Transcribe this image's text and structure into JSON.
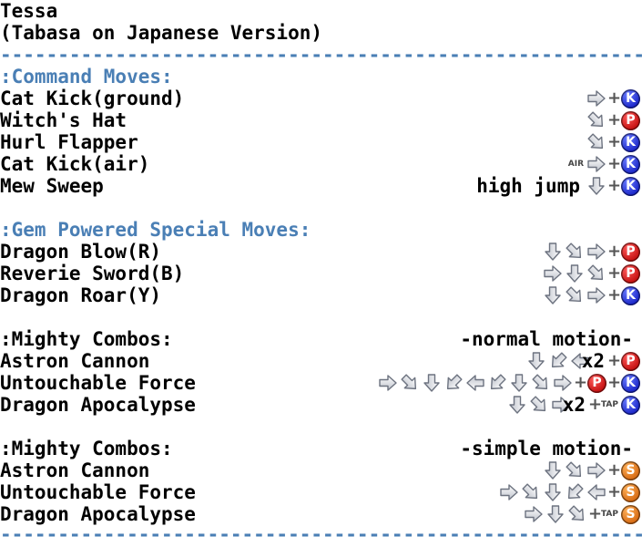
{
  "title": "Tessa",
  "subtitle": "(Tabasa on Japanese Version)",
  "separator": "--------------------------------------------------------------",
  "colors": {
    "header": "#4a7fb5",
    "kick": "#1a26c8",
    "punch": "#c41010",
    "special": "#d66a12"
  },
  "sections": [
    {
      "header": ":Command Moves:",
      "column_label": "",
      "moves": [
        {
          "name": "Cat Kick(ground)",
          "pre": "",
          "inputs": [
            "a:F",
            "plus",
            "b:K"
          ]
        },
        {
          "name": "Witch's Hat",
          "pre": "",
          "inputs": [
            "a:DF",
            "plus",
            "b:P"
          ]
        },
        {
          "name": "Hurl Flapper",
          "pre": "",
          "inputs": [
            "a:DF",
            "plus",
            "b:K"
          ]
        },
        {
          "name": "Cat Kick(air)",
          "pre": "",
          "inputs": [
            "t:AIR",
            "a:F",
            "plus",
            "b:K"
          ]
        },
        {
          "name": "Mew Sweep",
          "pre": "high jump",
          "inputs": [
            "a:D",
            "plus",
            "b:K"
          ]
        }
      ]
    },
    {
      "header": ":Gem Powered Special Moves:",
      "column_label": "",
      "moves": [
        {
          "name": "Dragon Blow(R)",
          "pre": "",
          "inputs": [
            "a:D",
            "a:DF",
            "a:F",
            "plus",
            "b:P"
          ]
        },
        {
          "name": "Reverie Sword(B)",
          "pre": "",
          "inputs": [
            "a:F",
            "a:D",
            "a:DF",
            "plus",
            "b:P"
          ]
        },
        {
          "name": "Dragon Roar(Y)",
          "pre": "",
          "inputs": [
            "a:D",
            "a:DF",
            "a:F",
            "plus",
            "b:K"
          ]
        }
      ]
    },
    {
      "header": ":Mighty Combos:",
      "column_label": "-normal motion-",
      "moves": [
        {
          "name": "Astron Cannon",
          "pre": "",
          "inputs": [
            "a:D",
            "a:DB",
            "a:B",
            "m:x2",
            "plus",
            "b:P"
          ]
        },
        {
          "name": "Untouchable Force",
          "pre": "",
          "inputs": [
            "a:F",
            "a:DF",
            "a:D",
            "a:DB",
            "a:B",
            "a:DB",
            "a:D",
            "a:DF",
            "a:F",
            "plus",
            "b:P",
            "plus",
            "b:K"
          ]
        },
        {
          "name": "Dragon Apocalypse",
          "pre": "",
          "inputs": [
            "a:D",
            "a:DF",
            "a:F",
            "m:x2",
            "plus",
            "t:TAP",
            "b:K"
          ]
        }
      ]
    },
    {
      "header": ":Mighty Combos:",
      "column_label": "-simple motion-",
      "moves": [
        {
          "name": "Astron Cannon",
          "pre": "",
          "inputs": [
            "a:D",
            "a:DF",
            "a:F",
            "plus",
            "b:S"
          ]
        },
        {
          "name": "Untouchable Force",
          "pre": "",
          "inputs": [
            "a:F",
            "a:DF",
            "a:D",
            "a:DB",
            "a:B",
            "plus",
            "b:S"
          ]
        },
        {
          "name": "Dragon Apocalypse",
          "pre": "",
          "inputs": [
            "a:F",
            "a:D",
            "a:DF",
            "plus",
            "t:TAP",
            "b:S"
          ]
        }
      ]
    }
  ]
}
